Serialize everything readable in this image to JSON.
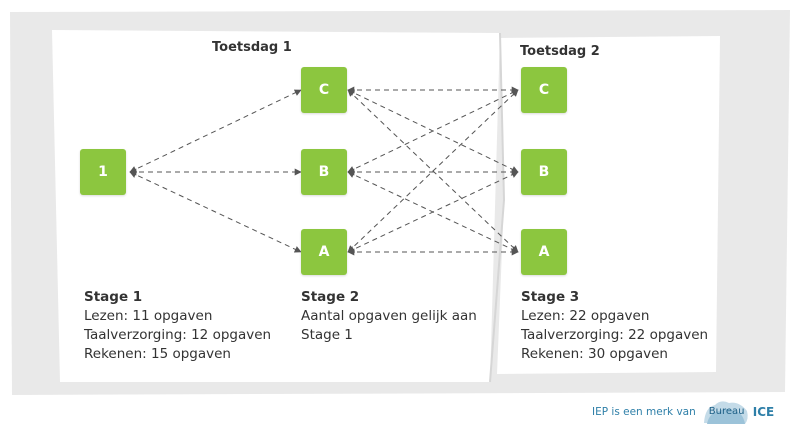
{
  "days": {
    "day1": "Toetsdag 1",
    "day2": "Toetsdag 2"
  },
  "nodes": {
    "start": "1",
    "stage2_c": "C",
    "stage2_b": "B",
    "stage2_a": "A",
    "stage3_c": "C",
    "stage3_b": "B",
    "stage3_a": "A"
  },
  "stages": {
    "stage1": {
      "title": "Stage 1",
      "lines": [
        "Lezen: 11 opgaven",
        "Taalverzorging: 12 opgaven",
        "Rekenen: 15 opgaven"
      ]
    },
    "stage2": {
      "title": "Stage 2",
      "lines": [
        "Aantal opgaven gelijk aan",
        "Stage 1"
      ]
    },
    "stage3": {
      "title": "Stage 3",
      "lines": [
        "Lezen: 22 opgaven",
        "Taalverzorging: 22 opgaven",
        "Rekenen: 30 opgaven"
      ]
    }
  },
  "footer": {
    "text": "IEP is een merk van",
    "logo_word": "Bureau",
    "logo_accent": "ICE"
  },
  "colors": {
    "node_fill": "#8cc63f",
    "panel_fill": "#ffffff",
    "backdrop": "#e9e9e9",
    "edge": "#555555",
    "footer_text": "#2e7fa8"
  }
}
